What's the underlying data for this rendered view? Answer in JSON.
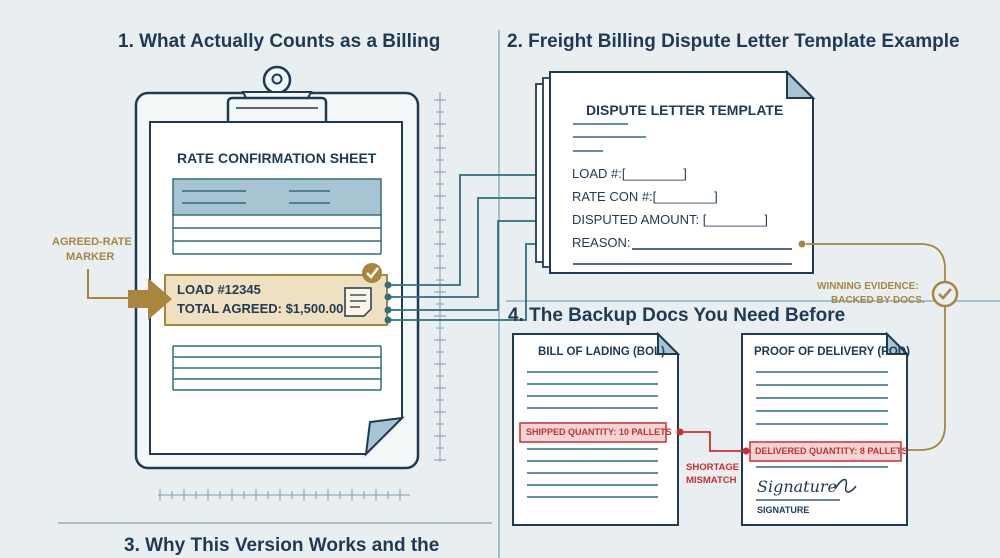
{
  "headings": {
    "h1": "1. What Actually Counts as a Billing",
    "h2": "2. Freight Billing Dispute Letter Template Example",
    "h3": "3. Why This Version Works and the",
    "h4": "4. The Backup Docs You Need Before"
  },
  "rate_sheet": {
    "title": "RATE CONFIRMATION SHEET",
    "load": "LOAD #12345",
    "total": "TOTAL AGREED: $1,500.00",
    "marker_line1": "AGREED-RATE",
    "marker_line2": "MARKER"
  },
  "letter": {
    "title": "DISPUTE LETTER TEMPLATE",
    "fields": [
      "LOAD #:[________]",
      "RATE CON #:[________]",
      "DISPUTED AMOUNT: [________]",
      "REASON:"
    ]
  },
  "evidence": {
    "line1": "WINNING EVIDENCE:",
    "line2": "BACKED BY DOCS."
  },
  "bol": {
    "title": "BILL OF LADING (BOL)",
    "shipped": "SHIPPED QUANTITY: 10 PALLETS"
  },
  "pod": {
    "title": "PROOF OF DELIVERY (POD)",
    "delivered": "DELIVERED QUANTITY: 8 PALLETS",
    "signature_script": "Signature",
    "signature_label": "SIGNATURE"
  },
  "mismatch": {
    "line1": "SHORTAGE",
    "line2": "MISMATCH"
  },
  "colors": {
    "navy": "#1e3a55",
    "teal": "#2f6f7e",
    "gold": "#a8863e",
    "red": "#c93030",
    "background": "#e9eef1"
  }
}
